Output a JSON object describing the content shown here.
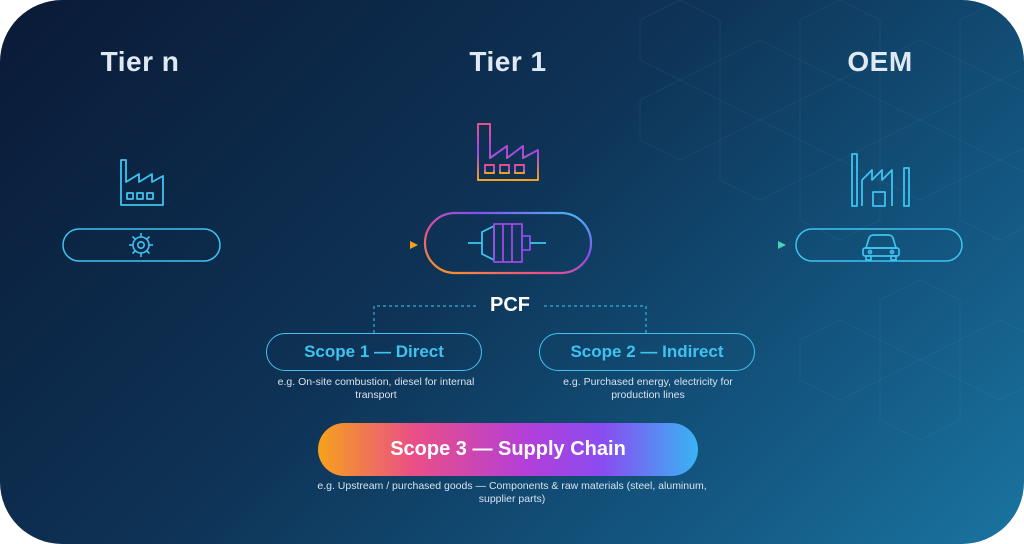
{
  "tiers": {
    "tier_n": "Tier n",
    "tier_1": "Tier 1",
    "oem": "OEM"
  },
  "pcf": "PCF",
  "scopes": {
    "scope1": {
      "title": "Scope 1 — Direct",
      "description": "e.g. On-site combustion, diesel for internal transport"
    },
    "scope2": {
      "title": "Scope 2 — Indirect",
      "description": "e.g. Purchased energy, electricity for production lines"
    },
    "scope3": {
      "title": "Scope 3 — Supply Chain",
      "description": "e.g. Upstream / purchased goods — Components & raw materials (steel, aluminum, supplier parts)"
    }
  },
  "icons": {
    "tier_n_node": "factory-icon",
    "tier_n_pill": "gear-icon",
    "tier_1_node": "factory-icon",
    "tier_1_pill": "motor-icon",
    "oem_node": "plant-icon",
    "oem_pill": "car-icon"
  },
  "colors": {
    "accent_cyan": "#3ec3f0",
    "accent_orange": "#f6a21c",
    "accent_purple": "#8a4cf0",
    "accent_pink": "#ea4f86",
    "background_dark": "#0a1a36",
    "background_light": "#1a74a0"
  }
}
